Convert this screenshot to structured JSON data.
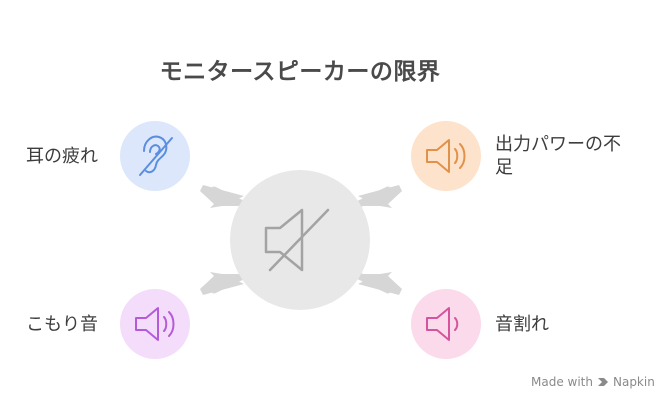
{
  "title": "モニタースピーカーの限界",
  "center": {
    "icon": "speaker-muted-icon"
  },
  "items": [
    {
      "label": "耳の疲れ",
      "icon": "ear-off-icon",
      "color": "#5b8ee0",
      "bg": "#dce7fb"
    },
    {
      "label": "出力パワーの不足",
      "icon": "speaker-low-icon",
      "color": "#e0924a",
      "bg": "#fde2cc"
    },
    {
      "label": "こもり音",
      "icon": "speaker-high-icon",
      "color": "#b55ad8",
      "bg": "#f3ddfa"
    },
    {
      "label": "音割れ",
      "icon": "speaker-icon",
      "color": "#d4559d",
      "bg": "#fbdaec"
    }
  ],
  "watermark": {
    "made_with": "Made with",
    "brand": "Napkin"
  }
}
